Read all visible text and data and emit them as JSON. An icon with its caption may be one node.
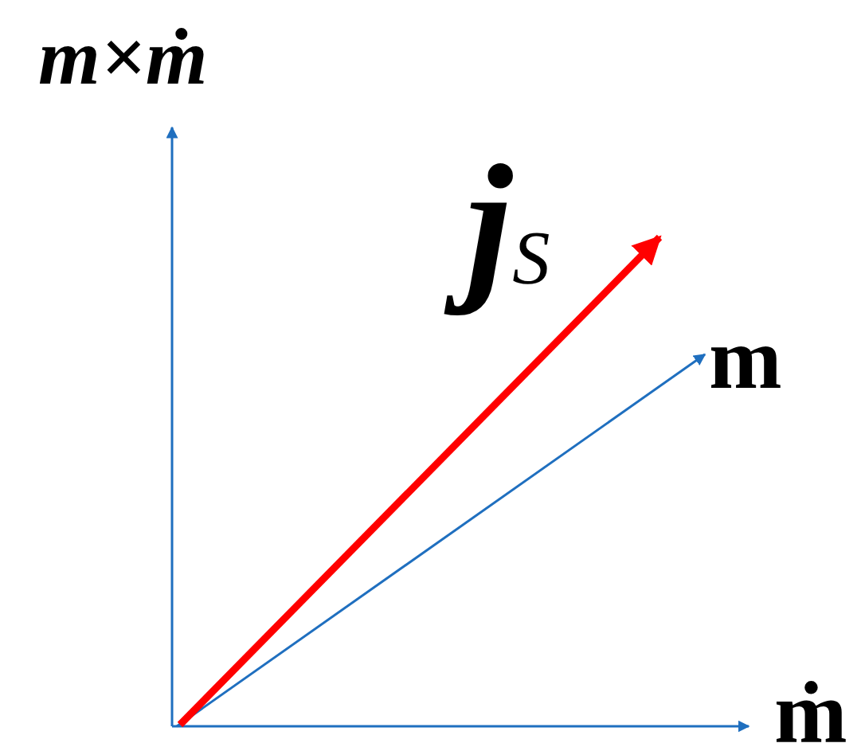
{
  "diagram": {
    "labels": [
      "m×ṁ",
      "**j**$_{S}$",
      "m",
      "ṁ"
    ]
  }
}
